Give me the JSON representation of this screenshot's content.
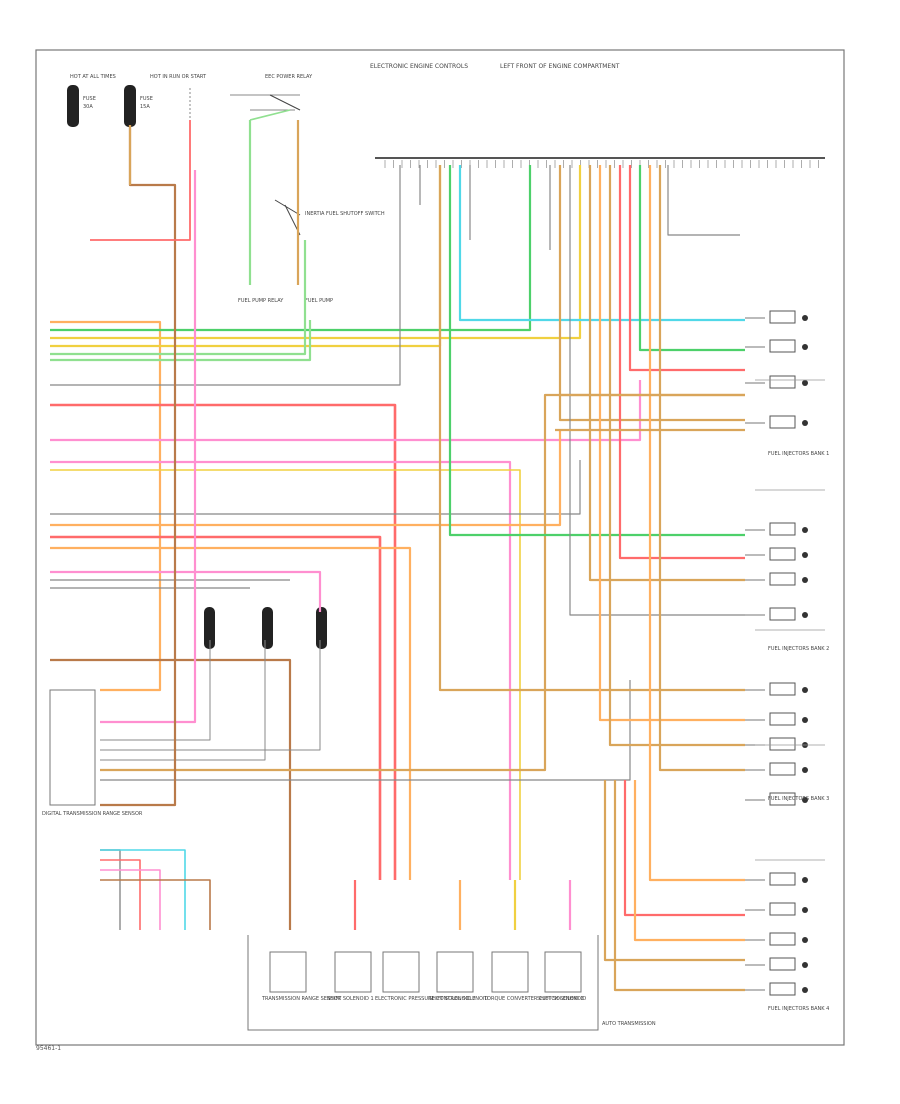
{
  "diagram": {
    "header_left": "ELECTRONIC ENGINE CONTROLS",
    "header_right": "LEFT FRONT OF ENGINE COMPARTMENT",
    "footer_code": "95461-1",
    "fuse_top_left": [
      "HOT AT ALL TIMES",
      "FUSE",
      "30A"
    ],
    "fuse_top_right": [
      "HOT IN RUN OR START",
      "FUSE",
      "15A"
    ],
    "relay_label": "EEC POWER RELAY",
    "fuel_pump_relay_label": "FUEL PUMP RELAY",
    "inertia_switch_label": "INERTIA FUEL SHUTOFF SWITCH",
    "fuel_pump_label": "FUEL PUMP",
    "bottom_modules": [
      "TRANSMISSION RANGE SENSOR",
      "SHIFT SOLENOID 1",
      "ELECTRONIC PRESSURE CONTROL SOLENOID",
      "SHIFT SOLENOID 2",
      "TORQUE CONVERTER CLUTCH SOLENOID",
      "SHIFT SOLENOID 3"
    ],
    "left_bottom_label": "DIGITAL TRANSMISSION RANGE SENSOR",
    "right_groups": [
      "FUEL INJECTORS BANK 1",
      "FUEL INJECTORS BANK 2",
      "FUEL INJECTORS BANK 3",
      "FUEL INJECTORS BANK 4"
    ],
    "auto_trans_label": "AUTO TRANSMISSION"
  },
  "colors": {
    "red": "#ff6b6b",
    "pink": "#ff8fd0",
    "orange": "#ffb060",
    "yellow": "#f0d040",
    "tan": "#d9a55a",
    "brown": "#b97a4a",
    "green": "#4dd06a",
    "lightgreen": "#90e090",
    "cyan": "#50d8e8",
    "gray": "#888888",
    "black": "#222222"
  }
}
